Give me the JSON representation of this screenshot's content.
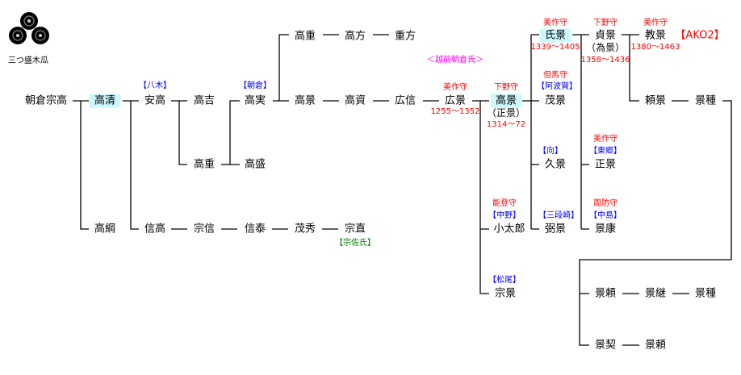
{
  "crest": {
    "caption": "三つ盛木瓜"
  },
  "clan_label": "＜越前朝倉氏＞",
  "people": {
    "munetaka": "朝倉宗高",
    "takakiyo": "高清",
    "yasutaka": "安高",
    "takayoshi": "高吉",
    "takazane": "高実",
    "takakage1": "高景",
    "takasuke": "高資",
    "hironobu": "広信",
    "hirokage": "広景",
    "takakage2": "高景",
    "shigekage": "茂景",
    "takashige1": "高重",
    "takakata": "高方",
    "shigekata": "重方",
    "ujikage": "氏景",
    "sadakage": "貞景",
    "norikage": "教景",
    "yorikage": "頼景",
    "kagetane1": "景種",
    "takashige2": "高重",
    "takamori": "高盛",
    "hisakage": "久景",
    "masakage": "正景",
    "takatsuna": "高綱",
    "nobutaka": "信高",
    "munenobu": "宗信",
    "nobuyasu": "信泰",
    "shigehide": "茂秀",
    "munenao": "宗直",
    "kotaro": "小太郎",
    "suekage": "弼景",
    "kageyasu": "景康",
    "munekage": "宗景",
    "kageyori1": "景頼",
    "kagetsugu": "景継",
    "kagetane2": "景種",
    "kagechigiri": "景契",
    "kageyori2": "景頼"
  },
  "labels": {
    "yagi": "【八木】",
    "asakura": "【朝倉】",
    "hirokage_title": "美作守",
    "hirokage_years": "1255～1352",
    "takakage2_title": "下野守",
    "takakage2_alias": "（正景）",
    "takakage2_years": "1314～72",
    "ujikage_title": "美作守",
    "ujikage_years": "1339～1405",
    "sadakage_title": "下野守",
    "sadakage_alias": "（為景）",
    "sadakage_years": "1358～1436",
    "norikage_title": "美作守",
    "norikage_years": "1380～1463",
    "ako": "【AKO2】",
    "shigekage_title": "但馬守",
    "shigekage_house": "【阿波賀】",
    "hisakage_house": "【向】",
    "masakage_title": "美作守",
    "masakage_house": "【東郷】",
    "munesa": "【宗佐氏】",
    "kotaro_title": "能登守",
    "kotaro_house": "【中野】",
    "suekage_house": "【三段崎】",
    "kageyasu_title": "周防守",
    "kageyasu_house": "【中島】",
    "munekage_house": "【松尾】"
  }
}
